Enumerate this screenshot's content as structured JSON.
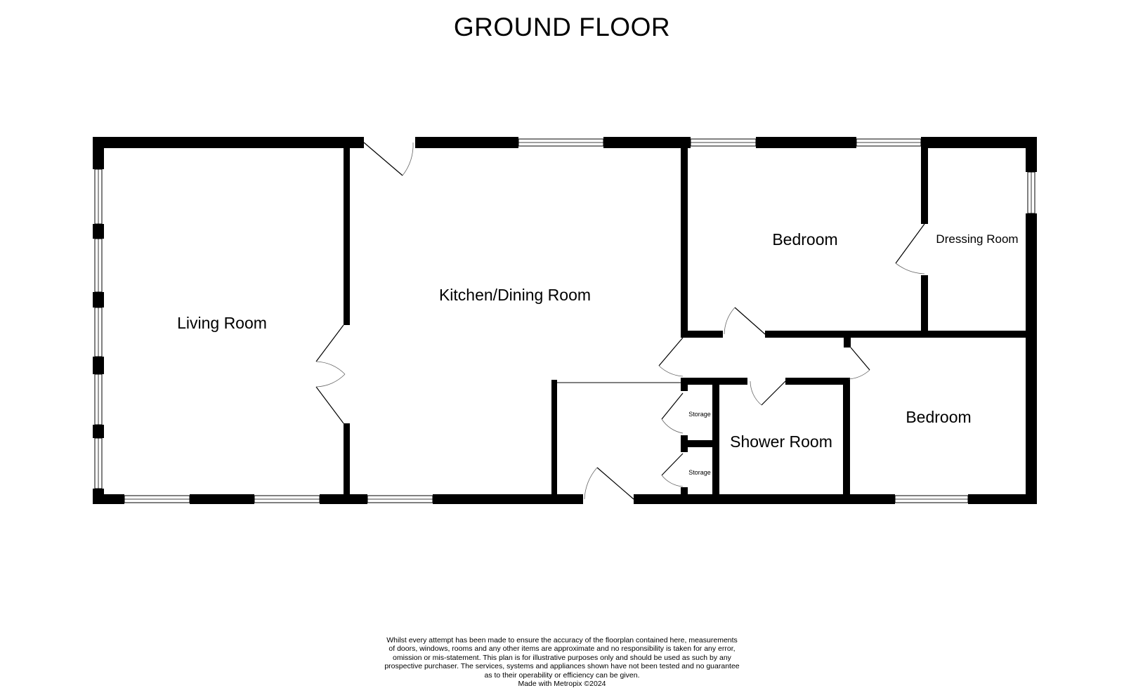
{
  "plan": {
    "title": "GROUND FLOOR",
    "rooms": {
      "living_room": "Living Room",
      "kitchen_dining": "Kitchen/Dining Room",
      "bedroom_1": "Bedroom",
      "dressing_room": "Dressing Room",
      "bedroom_2": "Bedroom",
      "shower_room": "Shower Room",
      "storage_1": "Storage",
      "storage_2": "Storage"
    }
  },
  "disclaimer": {
    "lines": [
      "Whilst every attempt has been made to ensure the accuracy of the floorplan contained here, measurements",
      "of doors, windows, rooms and any other items are approximate and no responsibility is taken for any error,",
      "omission or mis-statement. This plan is for illustrative purposes only and should be used as such by any",
      "prospective purchaser. The services, systems and appliances shown have not been tested and no guarantee",
      "as to their operability or efficiency can be given."
    ],
    "credit": "Made with Metropix ©2024"
  }
}
